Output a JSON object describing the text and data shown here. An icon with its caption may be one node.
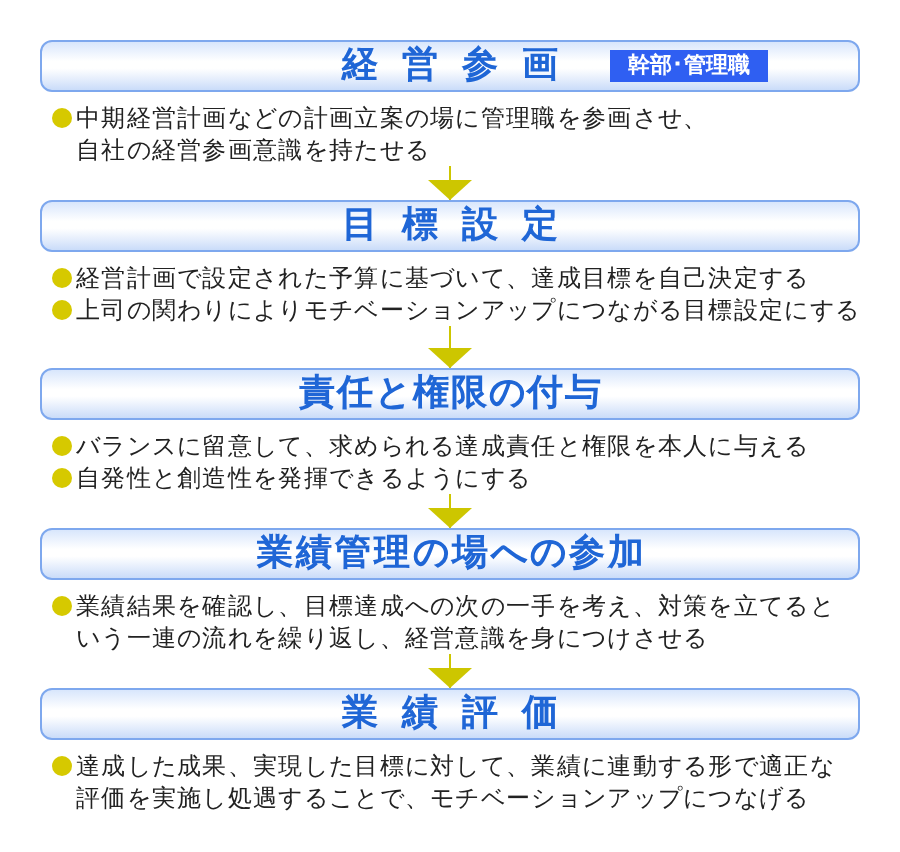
{
  "diagram": {
    "nodes": [
      {
        "text": [
          "経営参画",
          "中期経営計画などの計画立案の場に管理職を参画させ、自社の経営参画意識を持たせる"
        ]
      },
      {
        "text": [
          "幹部･管理職"
        ],
        "in": 0
      },
      {
        "text": [
          "目標設定",
          "経営計画で設定された予算に基づいて、達成目標を自己決定する",
          "上司の関わりによりモチベーションアップにつながる目標設定にする"
        ]
      },
      {
        "text": [
          "責任と権限の付与",
          "バランスに留意して、求められる達成責任と権限を本人に与える",
          "自発性と創造性を発揮できるようにする"
        ]
      },
      {
        "text": [
          "業績管理の場への参加",
          "業績結果を確認し、目標達成への次の一手を考え、対策を立てるという一連の流れを繰り返し、経営意識を身につけさせる"
        ]
      },
      {
        "text": [
          "業績評価",
          "達成した成果、実現した目標に対して、業績に連動する形で適正な評価を実施し処遇することで、モチベーションアップにつなげる"
        ]
      }
    ],
    "edges": [
      {
        "from": 0,
        "to": 2,
        "arrow": "to"
      },
      {
        "from": 2,
        "to": 3,
        "arrow": "to"
      },
      {
        "from": 3,
        "to": 4,
        "arrow": "to"
      },
      {
        "from": 4,
        "to": 5,
        "arrow": "to"
      }
    ]
  }
}
